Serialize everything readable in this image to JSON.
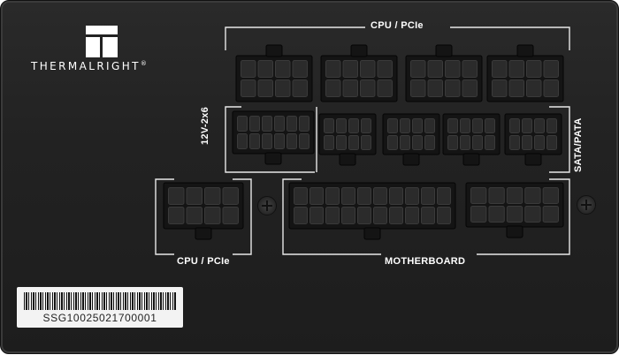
{
  "brand": {
    "name": "THERMALRIGHT",
    "trademark": "®"
  },
  "labels": {
    "cpu_pcie_top": "CPU / PCIe",
    "cpu_pcie_bottom": "CPU / PCIe",
    "twelve_v": "12V-2x6",
    "sata_pata": "SATA/PATA",
    "motherboard": "MOTHERBOARD"
  },
  "sticker": {
    "serial": "SSG10025021700001"
  },
  "colors": {
    "panel": "#222222",
    "socket": "#141414",
    "text": "#ffffff"
  }
}
